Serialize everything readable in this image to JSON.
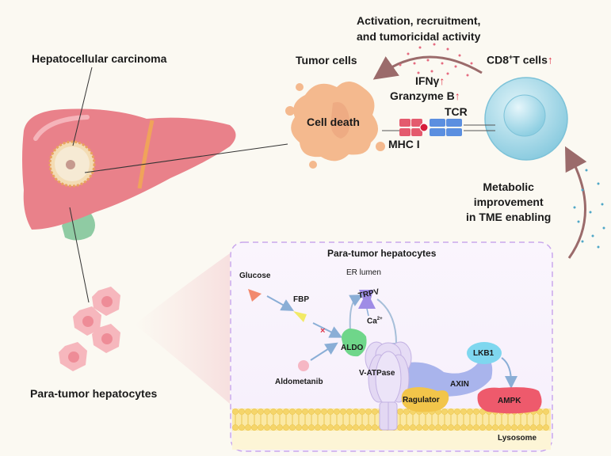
{
  "labels": {
    "hcc": "Hepatocellular carcinoma",
    "tumor_cells": "Tumor cells",
    "cell_death": "Cell death",
    "activation_line1": "Activation, recruitment,",
    "activation_line2": "and tumoricidal activity",
    "cd8_prefix": "CD8",
    "cd8_sup": "+",
    "cd8_suffix": "T cells",
    "ifng": "IFNγ",
    "granzyme": "Granzyme B",
    "up_arrow": "↑",
    "tcr": "TCR",
    "mhc": "MHC I",
    "metabolic_line1": "Metabolic",
    "metabolic_line2": "improvement",
    "metabolic_line3": "in TME enabling",
    "para_tumor": "Para-tumor hepatocytes"
  },
  "inset": {
    "title": "Para-tumor hepatocytes",
    "glucose": "Glucose",
    "fbp": "FBP",
    "er_lumen": "ER lumen",
    "trpv": "TRPV",
    "ca": "Ca",
    "ca_sup": "2+",
    "aldo": "ALDO",
    "aldometanib": "Aldometanib",
    "vatpase": "V-ATPase",
    "ragulator": "Ragulator",
    "axin": "AXIN",
    "lkb1": "LKB1",
    "ampk": "AMPK",
    "lysosome": "Lysosome"
  },
  "colors": {
    "liver": "#e9818a",
    "tumor_cell": "#f4b98e",
    "t_cell": "#a8dbe9",
    "mhc": "#e45a6e",
    "tcr": "#5b8fe0",
    "aldo": "#6fd68a",
    "vatpase": "#dcd0ee",
    "axin": "#a9b4ec",
    "ragulator": "#f2c54a",
    "lkb1": "#7fd7ef",
    "ampk": "#ee5a6c",
    "membrane": "#f5d56a",
    "inset_border": "#c9a7ec",
    "up_arrow": "#e0364a"
  }
}
